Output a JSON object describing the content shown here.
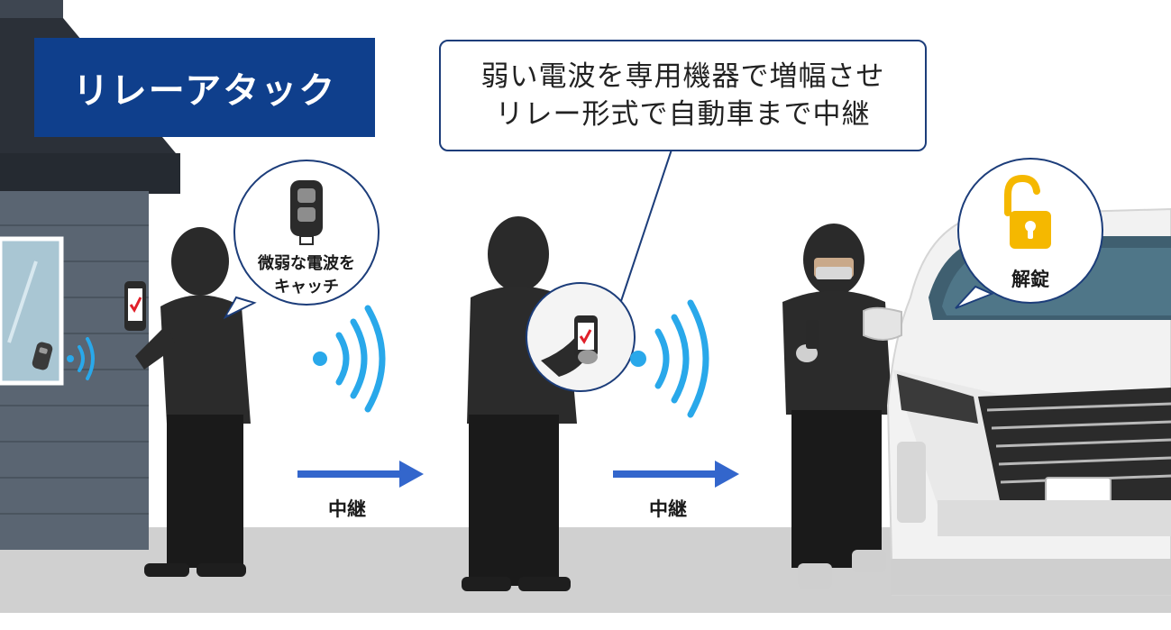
{
  "title": "リレーアタック",
  "callout": {
    "line1": "弱い電波を専用機器で増幅させ",
    "line2": "リレー形式で自動車まで中継"
  },
  "bubble_catch": {
    "line1": "微弱な電波を",
    "line2": "キャッチ"
  },
  "bubble_unlock": "解錠",
  "relay_labels": [
    "中継",
    "中継"
  ],
  "icons": [
    "car-key-fob-icon",
    "open-padlock-icon",
    "wireless-signal-icon",
    "arrow-right-icon",
    "smartphone-check-icon"
  ],
  "colors": {
    "title_bg": "#0f3f8c",
    "callout_border": "#1c3d7a",
    "signal": "#29a8ea",
    "arrow": "#3366cc",
    "padlock": "#f5b800",
    "road": "#cfcfcf",
    "house_wall": "#5a6572",
    "figure": "#1e1e1e"
  }
}
